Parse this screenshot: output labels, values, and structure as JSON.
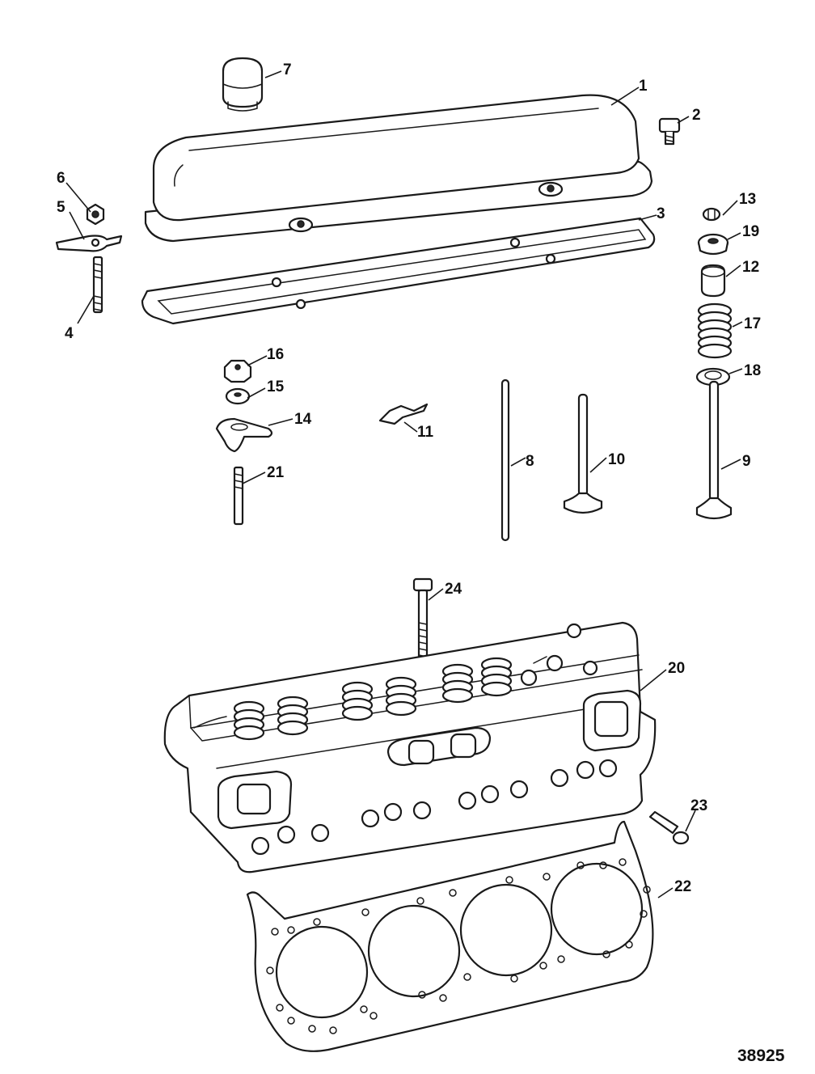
{
  "figure_number": "38925",
  "callouts": [
    {
      "id": "c1",
      "label": "1"
    },
    {
      "id": "c2",
      "label": "2"
    },
    {
      "id": "c3",
      "label": "3"
    },
    {
      "id": "c4",
      "label": "4"
    },
    {
      "id": "c5",
      "label": "5"
    },
    {
      "id": "c6",
      "label": "6"
    },
    {
      "id": "c7",
      "label": "7"
    },
    {
      "id": "c8",
      "label": "8"
    },
    {
      "id": "c9",
      "label": "9"
    },
    {
      "id": "c10",
      "label": "10"
    },
    {
      "id": "c11",
      "label": "11"
    },
    {
      "id": "c12",
      "label": "12"
    },
    {
      "id": "c13",
      "label": "13"
    },
    {
      "id": "c14",
      "label": "14"
    },
    {
      "id": "c15",
      "label": "15"
    },
    {
      "id": "c16",
      "label": "16"
    },
    {
      "id": "c17",
      "label": "17"
    },
    {
      "id": "c18",
      "label": "18"
    },
    {
      "id": "c19",
      "label": "19"
    },
    {
      "id": "c20",
      "label": "20"
    },
    {
      "id": "c21",
      "label": "21"
    },
    {
      "id": "c22",
      "label": "22"
    },
    {
      "id": "c23",
      "label": "23"
    },
    {
      "id": "c24",
      "label": "24"
    }
  ]
}
